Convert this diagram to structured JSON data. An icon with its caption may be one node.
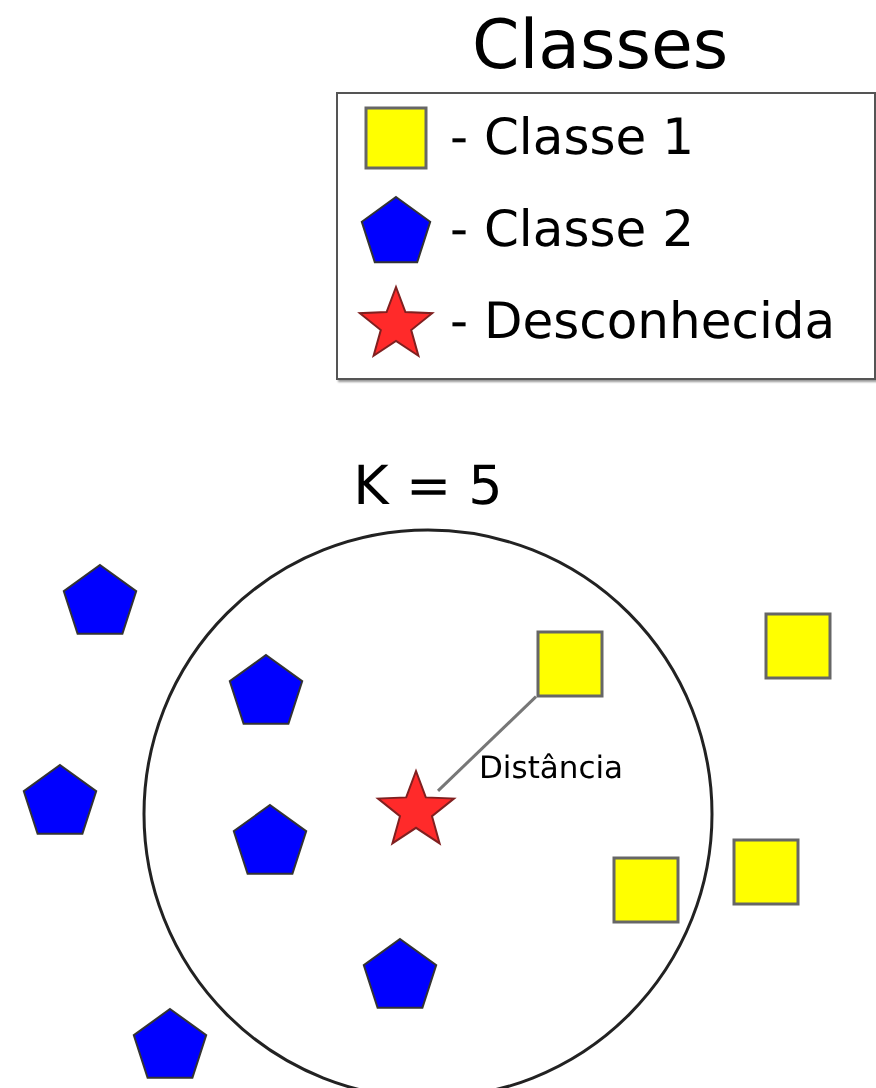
{
  "diagram": {
    "nodes": [
      {
        "text": [
          "K = 5"
        ]
      },
      {
        "text": [],
        "shape": "box",
        "in": 0
      },
      {
        "text": [],
        "shape": "star",
        "in": 0
      },
      {
        "text": [],
        "shape": "box"
      },
      {
        "text": [],
        "shape": "box",
        "in": 0
      },
      {
        "text": [],
        "shape": "box"
      },
      {
        "text": [],
        "shape": "pentagon"
      },
      {
        "text": [],
        "shape": "pentagon",
        "in": 0
      },
      {
        "text": [],
        "shape": "pentagon"
      },
      {
        "text": [],
        "shape": "pentagon",
        "in": 0
      },
      {
        "text": [],
        "shape": "pentagon",
        "in": 0
      },
      {
        "text": [],
        "shape": "pentagon"
      }
    ],
    "edges": [
      {
        "from": 1,
        "to": 2,
        "arrow": "none",
        "label": "Distância"
      }
    ],
    "labels": [
      "Classes"
    ],
    "legend": [
      {
        "text": "- Classe 1"
      },
      {
        "text": "- Classe 2"
      },
      {
        "text": "- Desconhecida"
      }
    ]
  }
}
